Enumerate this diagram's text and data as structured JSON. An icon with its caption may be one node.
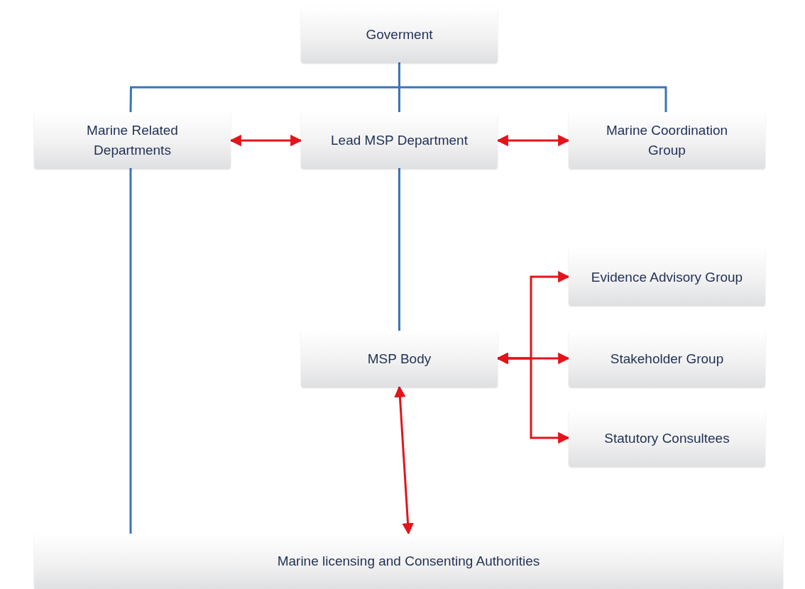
{
  "diagram": {
    "nodes": [
      {
        "text": [
          "Goverment"
        ]
      },
      {
        "text": [
          "Marine Related Departments"
        ]
      },
      {
        "text": [
          "Lead MSP Department"
        ]
      },
      {
        "text": [
          "Marine Coordination Group"
        ]
      },
      {
        "text": [
          "Evidence Advisory Group"
        ]
      },
      {
        "text": [
          "MSP Body"
        ]
      },
      {
        "text": [
          "Stakeholder Group"
        ]
      },
      {
        "text": [
          "Statutory Consultees"
        ]
      },
      {
        "text": [
          "Marine licensing and Consenting Authorities"
        ]
      }
    ],
    "edges": [
      {
        "from": 0,
        "to": 1,
        "arrow": "none",
        "color": "#3a74bb"
      },
      {
        "from": 0,
        "to": 2,
        "arrow": "none",
        "color": "#3a74bb"
      },
      {
        "from": 0,
        "to": 3,
        "arrow": "none",
        "color": "#3a74bb"
      },
      {
        "from": 1,
        "to": 2,
        "arrow": "both"
      },
      {
        "from": 2,
        "to": 3,
        "arrow": "both"
      },
      {
        "from": 2,
        "to": 5,
        "arrow": "none",
        "color": "#3a74bb"
      },
      {
        "from": 1,
        "to": 8,
        "arrow": "none",
        "color": "#3a74bb"
      },
      {
        "from": 5,
        "to": 4,
        "arrow": "both"
      },
      {
        "from": 5,
        "to": 6,
        "arrow": "both"
      },
      {
        "from": 5,
        "to": 7,
        "arrow": "both"
      },
      {
        "from": 5,
        "to": 8,
        "arrow": "both"
      }
    ]
  }
}
